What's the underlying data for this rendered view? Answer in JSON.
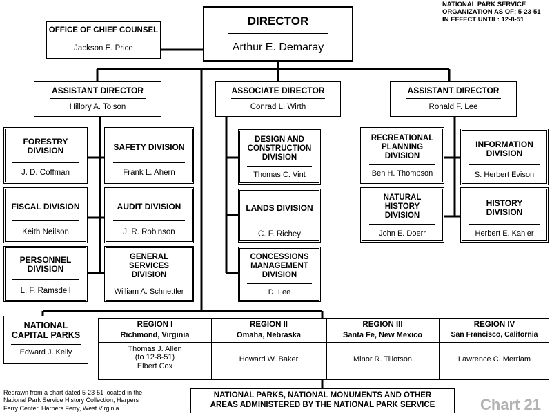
{
  "header_stamp": {
    "line1": "NATIONAL PARK SERVICE",
    "line2": "ORGANIZATION AS OF:  5-23-51",
    "line3": "IN EFFECT UNTIL:  12-8-51"
  },
  "director": {
    "title": "DIRECTOR",
    "name": "Arthur E. Demaray"
  },
  "chief_counsel": {
    "title": "OFFICE OF CHIEF COUNSEL",
    "name": "Jackson E. Price"
  },
  "assistant_director_left": {
    "title": "ASSISTANT DIRECTOR",
    "name": "Hillory A. Tolson"
  },
  "associate_director": {
    "title": "ASSOCIATE DIRECTOR",
    "name": "Conrad L. Wirth"
  },
  "assistant_director_right": {
    "title": "ASSISTANT DIRECTOR",
    "name": "Ronald F. Lee"
  },
  "divisions": {
    "forestry": {
      "title": [
        "FORESTRY",
        "DIVISION"
      ],
      "name": "J. D. Coffman"
    },
    "safety": {
      "title": "SAFETY DIVISION",
      "name": "Frank L. Ahern"
    },
    "fiscal": {
      "title": "FISCAL DIVISION",
      "name": "Keith Neilson"
    },
    "audit": {
      "title": "AUDIT DIVISION",
      "name": "J. R. Robinson"
    },
    "personnel": {
      "title": [
        "PERSONNEL",
        "DIVISION"
      ],
      "name": "L. F. Ramsdell"
    },
    "general_services": {
      "title": [
        "GENERAL",
        "SERVICES",
        "DIVISION"
      ],
      "name": "William A. Schnettler"
    },
    "design_construction": {
      "title": [
        "DESIGN AND",
        "CONSTRUCTION",
        "DIVISION"
      ],
      "name": "Thomas C. Vint"
    },
    "lands": {
      "title": "LANDS DIVISION",
      "name": "C. F. Richey"
    },
    "concessions": {
      "title": [
        "CONCESSIONS",
        "MANAGEMENT",
        "DIVISION"
      ],
      "name": "D. Lee"
    },
    "recreational_planning": {
      "title": [
        "RECREATIONAL",
        "PLANNING",
        "DIVISION"
      ],
      "name": "Ben H. Thompson"
    },
    "information": {
      "title": [
        "INFORMATION",
        "DIVISION"
      ],
      "name": "S. Herbert Evison"
    },
    "natural_history": {
      "title": [
        "NATURAL",
        "HISTORY",
        "DIVISION"
      ],
      "name": "John E. Doerr"
    },
    "history": {
      "title": [
        "HISTORY",
        "DIVISION"
      ],
      "name": "Herbert E. Kahler"
    }
  },
  "national_capital_parks": {
    "title": [
      "NATIONAL",
      "CAPITAL PARKS"
    ],
    "name": "Edward J. Kelly"
  },
  "regions": [
    {
      "title": "REGION I",
      "place": "Richmond, Virginia",
      "names": [
        "Thomas J. Allen",
        "(to 12-8-51)",
        "Elbert Cox"
      ]
    },
    {
      "title": "REGION II",
      "place": "Omaha, Nebraska",
      "names": [
        "Howard W. Baker"
      ]
    },
    {
      "title": "REGION III",
      "place": "Santa Fe, New Mexico",
      "names": [
        "Minor R. Tillotson"
      ]
    },
    {
      "title": "REGION IV",
      "place": "San Francisco, California",
      "names": [
        "Lawrence C. Merriam"
      ]
    }
  ],
  "national_parks": {
    "line1": "NATIONAL PARKS, NATIONAL MONUMENTS AND OTHER",
    "line2": "AREAS ADMINISTERED BY THE NATIONAL PARK SERVICE"
  },
  "footnote": {
    "line1": "Redrawn from a chart dated 5-23-51 located in the",
    "line2": "National Park Service History Collection, Harpers",
    "line3": "Ferry Center, Harpers Ferry, West Virginia."
  },
  "chart_label": "Chart 21"
}
